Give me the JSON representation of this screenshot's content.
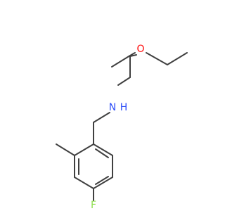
{
  "molecule": {
    "atoms": {
      "oxygen": {
        "symbol": "O",
        "color": "#ff0d0d"
      },
      "nitrogen": {
        "symbol": "N",
        "color": "#3050f8"
      },
      "hydrogen": {
        "symbol": "H",
        "color": "#3050f8"
      },
      "fluorine": {
        "symbol": "F",
        "color": "#90e050"
      }
    },
    "bond_color": "#404040"
  }
}
